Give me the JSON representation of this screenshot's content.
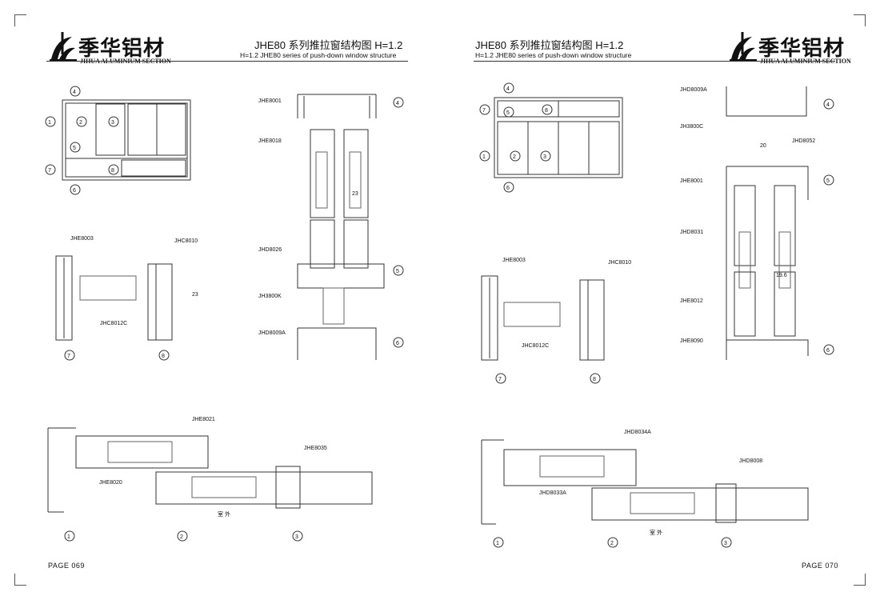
{
  "brand": {
    "name_cn": "季华铝材",
    "name_en": "JIHUA ALUMINIUM SECTION"
  },
  "left_page": {
    "title": "JHE80 系列推拉窗结构图 H=1.2",
    "subtitle": "H=1.2 JHE80 series of push-down window structure",
    "page": "PAGE 069",
    "labels": {
      "jhe8001": "JHE8001",
      "jhe8018": "JHE8018",
      "jhd8026": "JHD8026",
      "jh3800k": "JH3800K",
      "jhd8009a": "JHD8009A",
      "jhe8003": "JHE8003",
      "jhc8010": "JHC8010",
      "jhc8012c": "JHC8012C",
      "jhe8021": "JHE8021",
      "jhe8035": "JHE8035",
      "jhe8020": "JHE8020",
      "dim23a": "23",
      "dim23b": "23",
      "outdoor": "室 外"
    }
  },
  "right_page": {
    "title": "JHE80 系列推拉窗结构图 H=1.2",
    "subtitle": "H=1.2 JHE80 series of push-down window structure",
    "page": "PAGE 070",
    "labels": {
      "jhd8009a": "JHD8009A",
      "jh3800c": "JH3800C",
      "jhd8052": "JHD8052",
      "jhe8001": "JHE8001",
      "jhd8031": "JHD8031",
      "jhe8012": "JHE8012",
      "jhe8090": "JHE8090",
      "jhe8003": "JHE8003",
      "jhc8010": "JHC8010",
      "jhc8012c": "JHC8012C",
      "jhd8034a": "JHD8034A",
      "jhd8008": "JHD8008",
      "jhd8033a": "JHD8033A",
      "dim20": "20",
      "dim196": "19.6",
      "outdoor": "室 外"
    }
  },
  "callouts": [
    "1",
    "2",
    "3",
    "4",
    "5",
    "6",
    "7",
    "8"
  ]
}
